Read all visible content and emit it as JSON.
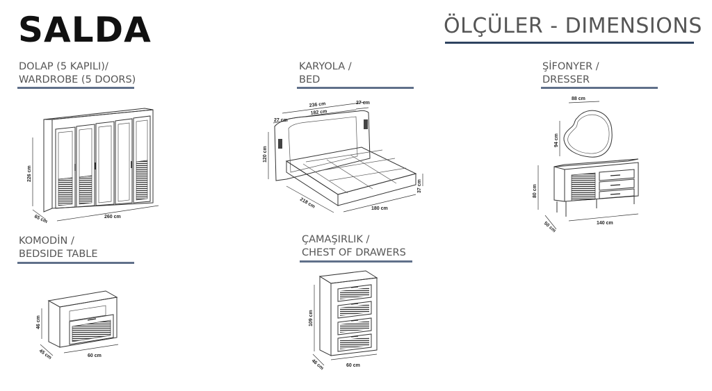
{
  "brand": "SALDA",
  "header": {
    "title": "ÖLÇÜLER - DIMENSIONS",
    "accent_color": "#2f4360"
  },
  "sections": {
    "wardrobe": {
      "line1": "DOLAP (5 KAPILI)/",
      "line2": "WARDROBE (5 DOORS)",
      "dims": {
        "height": "226 cm",
        "depth": "65 cm",
        "width": "260 cm"
      }
    },
    "bed": {
      "line1": "KARYOLA /",
      "line2": "BED",
      "dims": {
        "total_width": "236 cm",
        "inner_width": "182 cm",
        "side_left": "27 cm",
        "side_right": "27 cm",
        "headboard_height": "120 cm",
        "length": "218 cm",
        "mattress_width": "180 cm",
        "frame_height": "37 cm"
      }
    },
    "dresser": {
      "line1": "ŞİFONYER /",
      "line2": "DRESSER",
      "dims": {
        "mirror_width": "88 cm",
        "mirror_height": "94 cm",
        "height": "80 cm",
        "depth": "50 cm",
        "width": "140 cm"
      }
    },
    "bedside": {
      "line1": "KOMODİN /",
      "line2": "BEDSIDE TABLE",
      "dims": {
        "height": "46 cm",
        "depth": "45 cm",
        "width": "60 cm"
      }
    },
    "chest": {
      "line1": "ÇAMAŞIRLIK /",
      "line2": "CHEST OF DRAWERS",
      "dims": {
        "height": "109 cm",
        "depth": "46 cm",
        "width": "60 cm"
      }
    }
  },
  "colors": {
    "rule": "#60708a",
    "line": "#333333"
  }
}
